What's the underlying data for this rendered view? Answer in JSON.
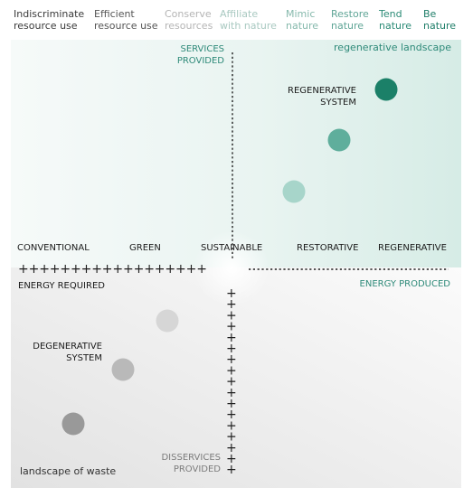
{
  "header": {
    "items": [
      {
        "label": "Indiscriminate\nresource use",
        "color": "#3a3a3a"
      },
      {
        "label": "Efficient\nresource use",
        "color": "#555555"
      },
      {
        "label": "Conserve\nresources",
        "color": "#b4b4b4"
      },
      {
        "label": "Affiliate\nwith nature",
        "color": "#a9c9c1"
      },
      {
        "label": "Mimic\nnature",
        "color": "#86b9ac"
      },
      {
        "label": "Restore\nnature",
        "color": "#5fa596"
      },
      {
        "label": "Tend\nnature",
        "color": "#2b8b76"
      },
      {
        "label": "Be\nnature",
        "color": "#1e7d68"
      }
    ]
  },
  "axis_labels": {
    "services": "SERVICES\nPROVIDED",
    "disservices": "DISSERVICES\nPROVIDED",
    "energy_required": "ENERGY REQUIRED",
    "energy_produced": "ENERGY PRODUCED"
  },
  "scale": [
    "CONVENTIONAL",
    "GREEN",
    "SUSTAINABLE",
    "RESTORATIVE",
    "REGENERATIVE"
  ],
  "corners": {
    "top_right": "regenerative landscape",
    "bottom_left": "landscape of waste"
  },
  "systems": {
    "regenerative": "REGENERATIVE\nSYSTEM",
    "degenerative": "DEGENERATIVE\nSYSTEM"
  },
  "colors": {
    "teal_dark": "#1b8068",
    "teal_mid": "#5fae9c",
    "teal_light": "#a7d5ca",
    "grey_light": "#d6d6d6",
    "grey_mid": "#b9b9b9",
    "grey_dark": "#999999",
    "label_teal": "#2e8a79"
  },
  "glyphs": {
    "plus": "+"
  }
}
